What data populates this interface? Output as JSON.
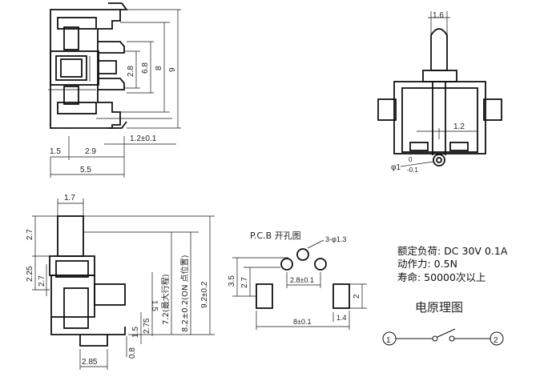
{
  "view_top_left": {
    "dim_width_1": "1.5",
    "dim_width_2": "2.9",
    "dim_width_3": "5.5",
    "dim_offset": "1.2±0.1",
    "dim_height_1": "2.8",
    "dim_height_2": "6.8",
    "dim_height_3": "8",
    "dim_height_4": "9"
  },
  "view_top_right": {
    "dim_actuator_width": "1.6",
    "dim_offset": "1.2",
    "dim_pin_diameter": "φ1",
    "dim_tol_upper": "0",
    "dim_tol_lower": "-0.1"
  },
  "view_bottom_left": {
    "dim_top_width": "1.7",
    "dim_top_height": "2.7",
    "dim_mid_height": "2.25",
    "dim_small_height": "2.7",
    "dim_inner": "1.5",
    "dim_total_1": "7.2(最大行程)",
    "dim_total_2": "8.2±0.2(ON 点位置)",
    "dim_total_3": "9.2±0.2",
    "dim_low_1": "2.75",
    "dim_low_2": "1.5",
    "dim_low_3": "0.8",
    "dim_bottom_width": "2.85"
  },
  "pcb": {
    "title": "P.C.B 开孔图",
    "holes_label": "3-φ1.3",
    "dim_spacing": "2.8±0.1",
    "dim_height_1": "3.5",
    "dim_height_2": "2.7",
    "dim_pad_height": "2",
    "dim_span": "8±0.1",
    "dim_pad_width": "1.4"
  },
  "specs": {
    "line_1": "额定负荷: DC  30V  0.1A",
    "line_2": "动作力: 0.5N",
    "line_3": "寿命: 50000次以上"
  },
  "circuit": {
    "title": "电原理图",
    "pin_1": "1",
    "pin_2": "2"
  }
}
